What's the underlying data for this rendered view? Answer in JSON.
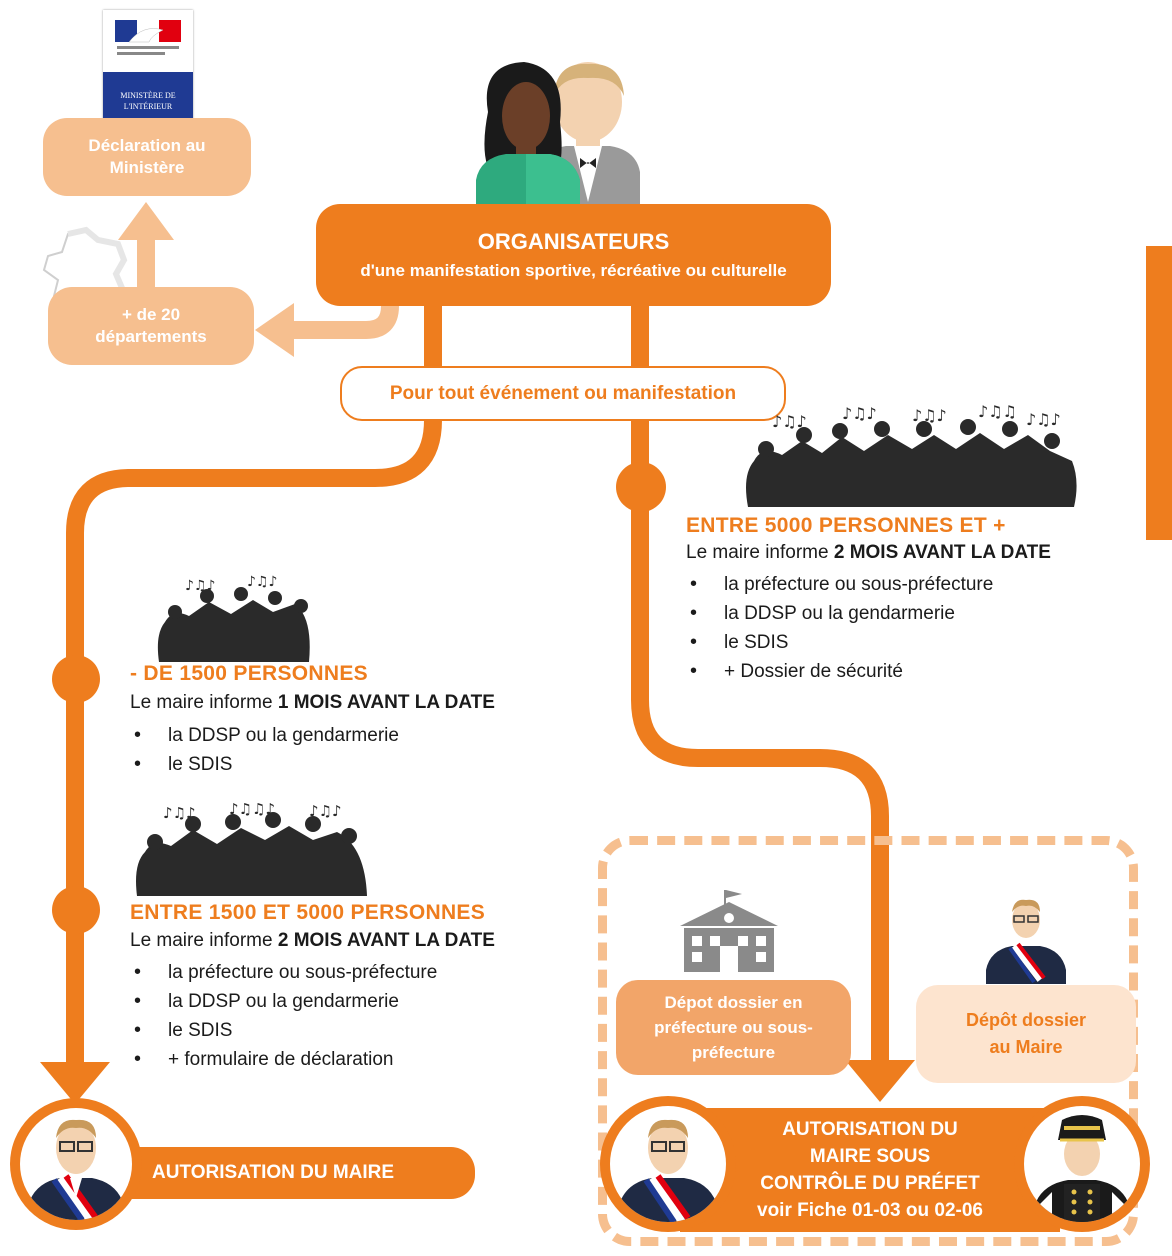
{
  "ministere": {
    "logo_text": "MINISTÈRE DE L'INTÉRIEUR",
    "box_label": "Déclaration au Ministère"
  },
  "departements": {
    "label": "+ de 20 départements"
  },
  "organisateurs": {
    "title": "ORGANISATEURS",
    "subtitle": "d'une manifestation sportive, récréative ou culturelle"
  },
  "pour_tout": "Pour tout événement ou manifestation",
  "sections": {
    "moins_1500": {
      "heading": "- DE 1500 PERSONNES",
      "info_prefix": "Le maire informe ",
      "info_emph": "1 MOIS AVANT LA DATE",
      "items": [
        "la DDSP ou la gendarmerie",
        "le SDIS"
      ]
    },
    "entre_1500_5000": {
      "heading": "ENTRE 1500 ET 5000 PERSONNES",
      "info_prefix": "Le maire informe ",
      "info_emph": "2 MOIS AVANT LA DATE",
      "items": [
        "la préfecture ou sous-préfecture",
        "la DDSP ou la gendarmerie",
        "le SDIS",
        "+ formulaire de déclaration"
      ]
    },
    "plus_5000": {
      "heading": "ENTRE 5000 PERSONNES ET +",
      "info_prefix": "Le maire informe ",
      "info_emph": "2 MOIS AVANT LA DATE",
      "items": [
        "la préfecture ou sous-préfecture",
        "la DDSP ou la gendarmerie",
        "le SDIS",
        "+ Dossier de sécurité"
      ]
    }
  },
  "autorisation_maire": "AUTORISATION DU MAIRE",
  "autorisation_prefet": {
    "line1": "AUTORISATION DU",
    "line2": "MAIRE SOUS",
    "line3": "CONTRÔLE DU PRÉFET",
    "line4": "voir Fiche 01-03 ou 02-06"
  },
  "depot_prefecture": "Dépot dossier en préfecture ou sous-préfecture",
  "depot_maire": "Dépôt dossier au Maire",
  "colors": {
    "orange": "#ee7d1e",
    "light_orange": "#f6bf8f",
    "pale_orange": "#fde4cf",
    "text": "#1b1b1b"
  }
}
